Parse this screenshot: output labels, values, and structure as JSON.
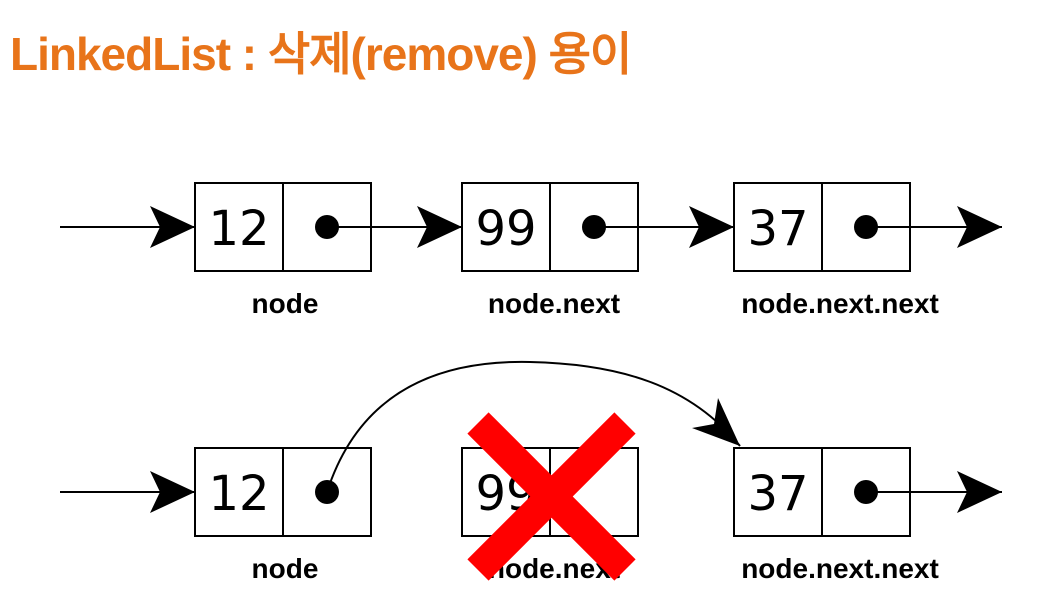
{
  "title": "LinkedList : 삭제(remove) 용이",
  "before": {
    "nodes": [
      {
        "value": "12",
        "label": "node"
      },
      {
        "value": "99",
        "label": "node.next"
      },
      {
        "value": "37",
        "label": "node.next.next"
      }
    ]
  },
  "after": {
    "nodes": [
      {
        "value": "12",
        "label": "node"
      },
      {
        "value": "99",
        "label": "node.next",
        "removed": true
      },
      {
        "value": "37",
        "label": "node.next.next"
      }
    ]
  },
  "colors": {
    "title": "#e8741a",
    "cross": "#ff0000",
    "stroke": "#000000"
  }
}
